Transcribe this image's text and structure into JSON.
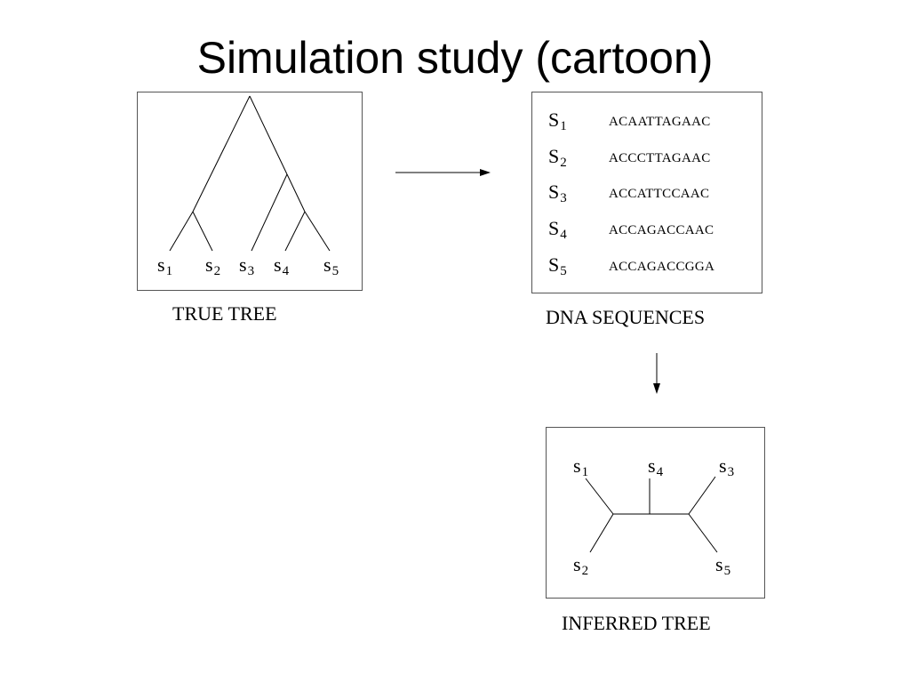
{
  "title": "Simulation study (cartoon)",
  "true_tree": {
    "caption": "TRUE TREE",
    "leaves": [
      {
        "name": "s",
        "index": "1"
      },
      {
        "name": "s",
        "index": "2"
      },
      {
        "name": "s",
        "index": "3"
      },
      {
        "name": "s",
        "index": "4"
      },
      {
        "name": "s",
        "index": "5"
      }
    ]
  },
  "dna_sequences": {
    "caption": "DNA SEQUENCES",
    "rows": [
      {
        "name": "S",
        "index": "1",
        "sequence": "ACAATTAGAAC"
      },
      {
        "name": "S",
        "index": "2",
        "sequence": "ACCCTTAGAAC"
      },
      {
        "name": "S",
        "index": "3",
        "sequence": "ACCATTCCAAC"
      },
      {
        "name": "S",
        "index": "4",
        "sequence": "ACCAGACCAAC"
      },
      {
        "name": "S",
        "index": "5",
        "sequence": "ACCAGACCGGA"
      }
    ]
  },
  "inferred_tree": {
    "caption": "INFERRED TREE",
    "leaves": [
      {
        "name": "s",
        "index": "1"
      },
      {
        "name": "s",
        "index": "4"
      },
      {
        "name": "s",
        "index": "3"
      },
      {
        "name": "s",
        "index": "2"
      },
      {
        "name": "s",
        "index": "5"
      }
    ]
  }
}
